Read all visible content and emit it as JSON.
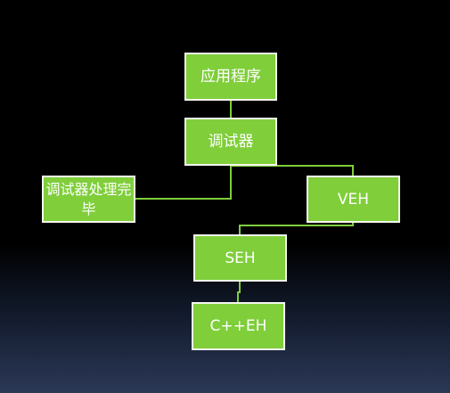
{
  "colors": {
    "node_fill": "#7fce3a",
    "node_border": "#f4f7ee",
    "connector": "#7fce3a",
    "text": "#ffffff"
  },
  "nodes": {
    "application": "应用程序",
    "debugger": "调试器",
    "debugger_done": "调试器处理完毕",
    "veh": "VEH",
    "seh": "SEH",
    "cpp_eh": "C++EH"
  }
}
